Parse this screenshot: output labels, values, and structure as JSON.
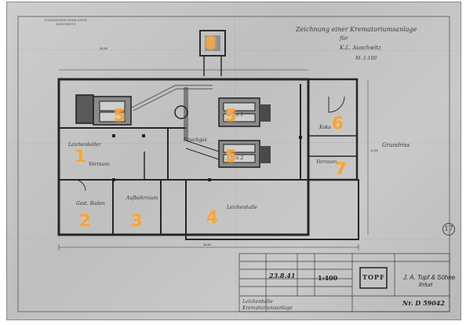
{
  "markers": [
    {
      "id": "1",
      "label": "1"
    },
    {
      "id": "2",
      "label": "2"
    },
    {
      "id": "3",
      "label": "3"
    },
    {
      "id": "4",
      "label": "4"
    },
    {
      "id": "5a",
      "label": "5"
    },
    {
      "id": "5b",
      "label": "5"
    },
    {
      "id": "5c",
      "label": "5"
    },
    {
      "id": "6",
      "label": "6"
    },
    {
      "id": "7",
      "label": "7"
    },
    {
      "id": "8",
      "label": "8"
    }
  ],
  "title_block": {
    "scale": "1:400",
    "date": "23.8.41",
    "company_line1": "J. A. Topf & Söhne",
    "company_line2": "Erfurt",
    "logo": "TOPF",
    "drawing_number": "Nr. D 59042",
    "bottom_note_1": "Leichenhalle",
    "bottom_note_2": "Krematoriumsanlage"
  },
  "header": {
    "stamp_line1": "KONZENTRATIONSLAGER",
    "stamp_line2": "AUSCHWITZ",
    "title_line1": "Zeichnung einer Krematoriumsanlage",
    "title_line2": "für",
    "title_line3": "K.L. Auschwitz",
    "title_line4": "M. 1:100"
  },
  "rooms": {
    "r1": "Leichenkeller",
    "r1b": "Vorraum",
    "r2": "Gest. Baden",
    "r3": "Aufbahrraum",
    "r4": "Leichenhalle",
    "r5": "Ofen 1",
    "r5b": "Ofen 2",
    "r6": "Koks",
    "r7": "Vorraum",
    "r8": "Rauchgas",
    "side_label": "Grundriss"
  },
  "dimensions": {
    "top": "26,50",
    "bottom": "36,50",
    "side": "11,50"
  },
  "page_number": "17"
}
